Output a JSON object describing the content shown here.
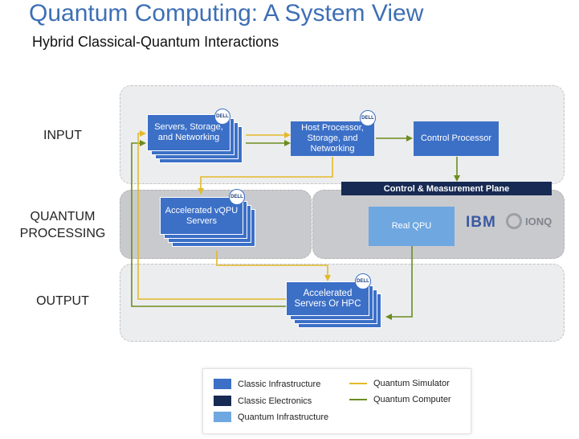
{
  "title": "Quantum Computing: A System View",
  "subtitle": "Hybrid Classical-Quantum Interactions",
  "rows": {
    "input": "INPUT",
    "quantum_line1": "QUANTUM",
    "quantum_line2": "PROCESSING",
    "output": "OUTPUT"
  },
  "nodes": {
    "servers": "Servers, Storage, and Networking",
    "host": "Host Processor, Storage, and Networking",
    "control": "Control Processor",
    "plane": "Control & Measurement Plane",
    "vqpu": "Accelerated vQPU Servers",
    "qpu": "Real QPU",
    "hpc": "Accelerated Servers Or HPC"
  },
  "badges": {
    "dell": "DELL"
  },
  "logos": {
    "ibm": "IBM",
    "ionq": "IONQ"
  },
  "legend": {
    "classic_infra": "Classic Infrastructure",
    "classic_elec": "Classic Electronics",
    "quantum_infra": "Quantum Infrastructure",
    "quantum_sim": "Quantum Simulator",
    "quantum_comp": "Quantum Computer"
  },
  "colors": {
    "classic_infra": "#3c70c7",
    "classic_elec": "#172a53",
    "quantum_infra": "#6fa7e0",
    "quantum_sim": "#e3b92a",
    "quantum_comp": "#6c8d1f"
  }
}
